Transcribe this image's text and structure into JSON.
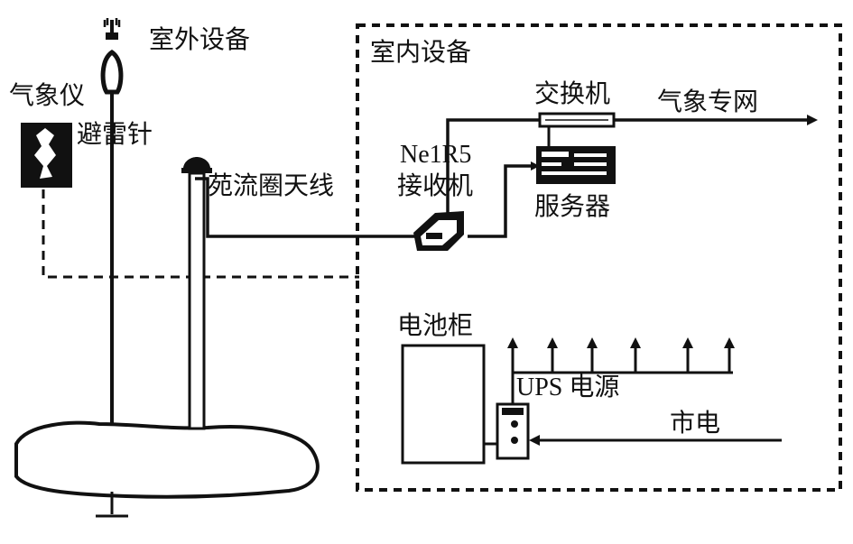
{
  "sections": {
    "outdoor": "室外设备",
    "indoor": "室内设备"
  },
  "labels": {
    "weather_instrument": "气象仪",
    "lightning_rod": "避雷针",
    "choke_ring_antenna": "苑流圈天线",
    "receiver_model": "Ne1R5",
    "receiver": "接收机",
    "switch": "交换机",
    "weather_network": "气象专网",
    "server": "服务器",
    "battery_cabinet": "电池柜",
    "ups_power": "UPS 电源",
    "mains_power": "市电"
  },
  "colors": {
    "ink": "#111111",
    "ground": "#ffffff"
  }
}
